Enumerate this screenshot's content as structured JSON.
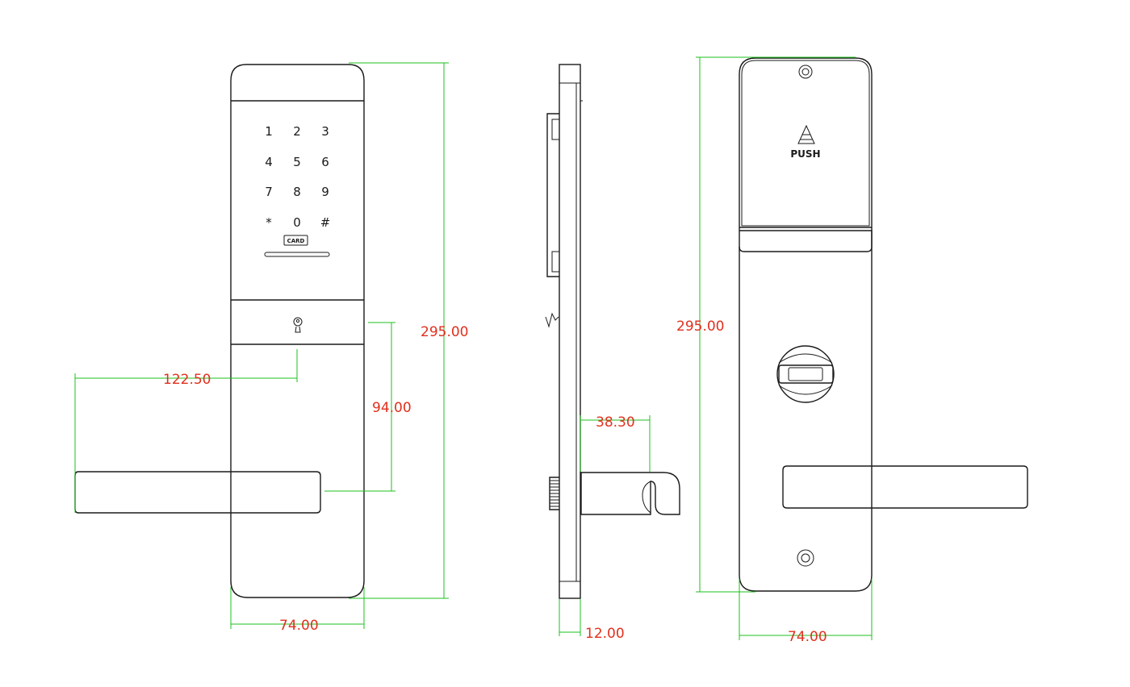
{
  "front_view": {
    "keypad": [
      "1",
      "2",
      "3",
      "4",
      "5",
      "6",
      "7",
      "8",
      "9",
      "*",
      "0",
      "#"
    ],
    "card_label": "CARD",
    "dim_height": "295.00",
    "dim_width": "74.00",
    "dim_handle_length": "122.50",
    "dim_handle_to_cylinder": "94.00"
  },
  "side_view": {
    "dim_handle_depth": "38.30",
    "dim_plate_thickness": "12.00"
  },
  "back_view": {
    "push_label": "PUSH",
    "dim_height": "295.00",
    "dim_width": "74.00"
  },
  "colors": {
    "outline": "#1a1a1a",
    "dimension_line": "#1ec01e",
    "dimension_text": "#e0301e"
  }
}
